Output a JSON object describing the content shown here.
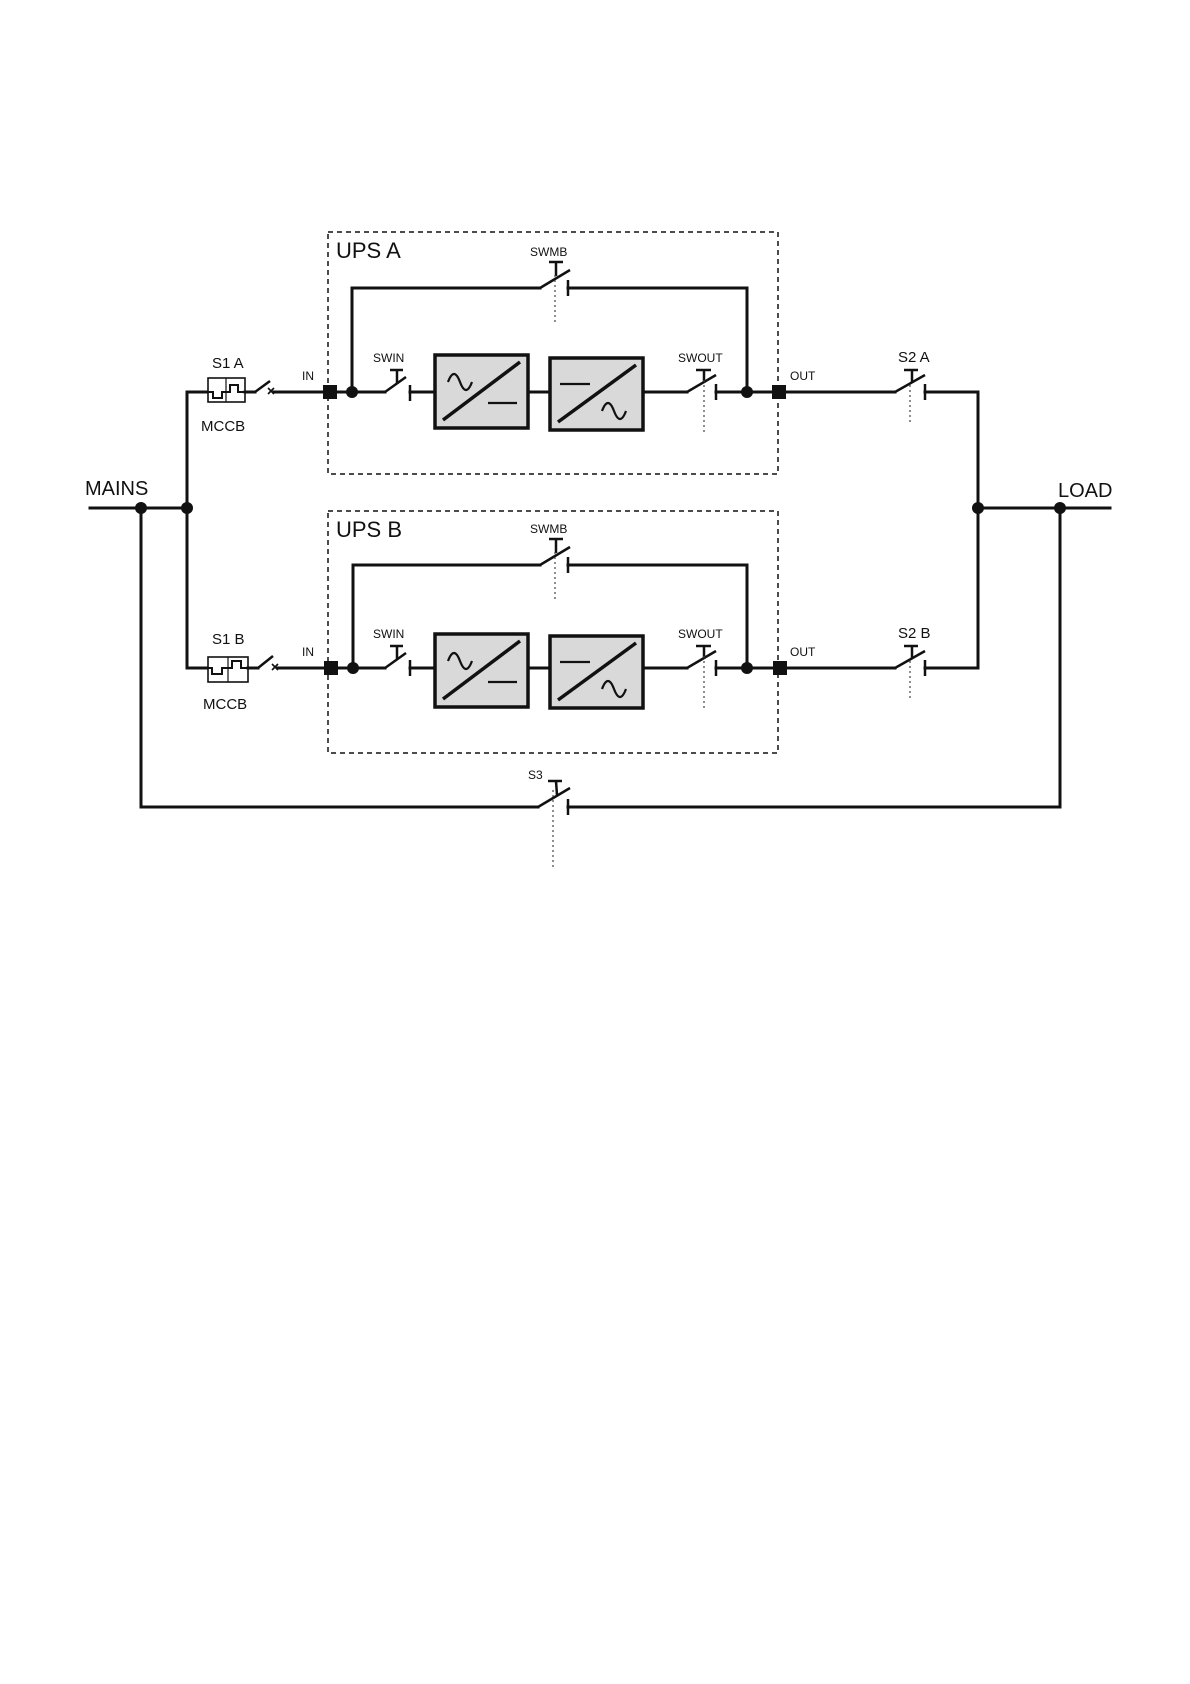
{
  "labels": {
    "mains": "MAINS",
    "load": "LOAD",
    "s3": "S3",
    "ups_a": {
      "title": "UPS A",
      "swmb": "SWMB",
      "swin": "SWIN",
      "swout": "SWOUT",
      "in": "IN",
      "out": "OUT",
      "s1": "S1 A",
      "mccb": "MCCB",
      "s2": "S2 A"
    },
    "ups_b": {
      "title": "UPS B",
      "swmb": "SWMB",
      "swin": "SWIN",
      "swout": "SWOUT",
      "in": "IN",
      "out": "OUT",
      "s1": "S1 B",
      "mccb": "MCCB",
      "s2": "S2 B"
    }
  }
}
